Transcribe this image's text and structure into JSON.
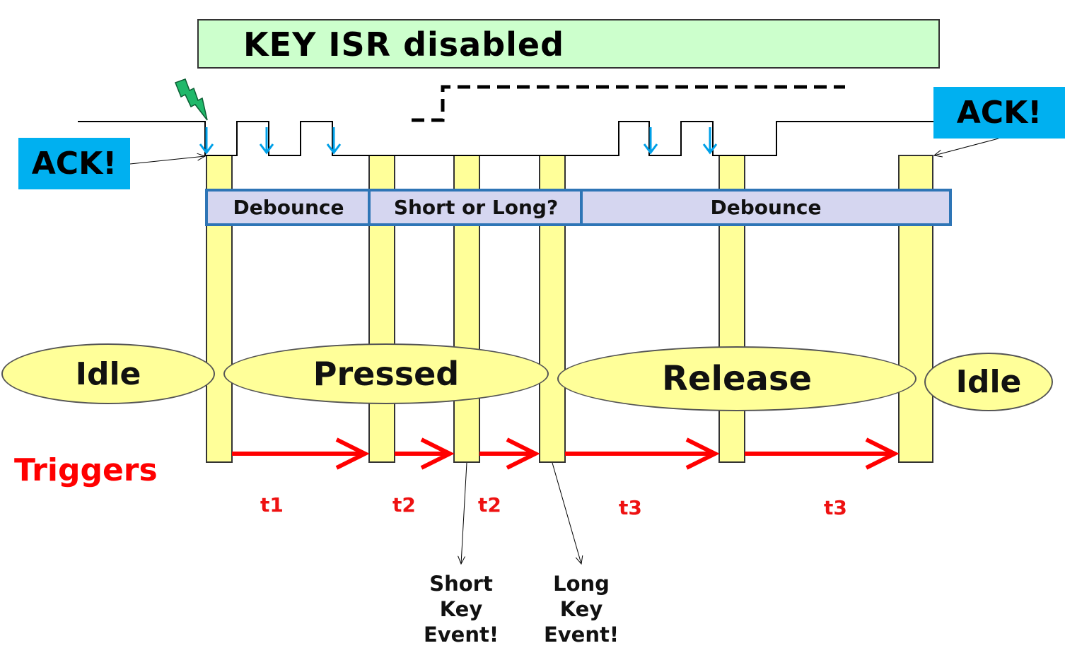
{
  "banner": {
    "text": "KEY ISR disabled"
  },
  "ack": {
    "left": "ACK!",
    "right": "ACK!"
  },
  "bands": {
    "debounce_1": "Debounce",
    "short_or_long": "Short or Long?",
    "debounce_2": "Debounce"
  },
  "states": {
    "idle_1": "Idle",
    "pressed": "Pressed",
    "release": "Release",
    "idle_2": "Idle"
  },
  "triggers": {
    "label": "Triggers"
  },
  "timers": {
    "t1": "t1",
    "t2a": "t2",
    "t2b": "t2",
    "t3a": "t3",
    "t3b": "t3"
  },
  "events": {
    "short": [
      "Short",
      "Key",
      "Event!"
    ],
    "long": [
      "Long",
      "Key",
      "Event!"
    ]
  },
  "colors": {
    "banner_bg": "#ccffcc",
    "ack_bg": "#00b0f0",
    "timeslot": "#ffff99",
    "band_bg": "#d5d6f0",
    "band_border": "#2e75b6",
    "trigger_arrow": "#ff0000",
    "edge_arrow": "#00a0e8",
    "lightning": "#20b86a"
  },
  "icons": [
    "lightning-interrupt-icon",
    "disabled-cross-icon"
  ]
}
